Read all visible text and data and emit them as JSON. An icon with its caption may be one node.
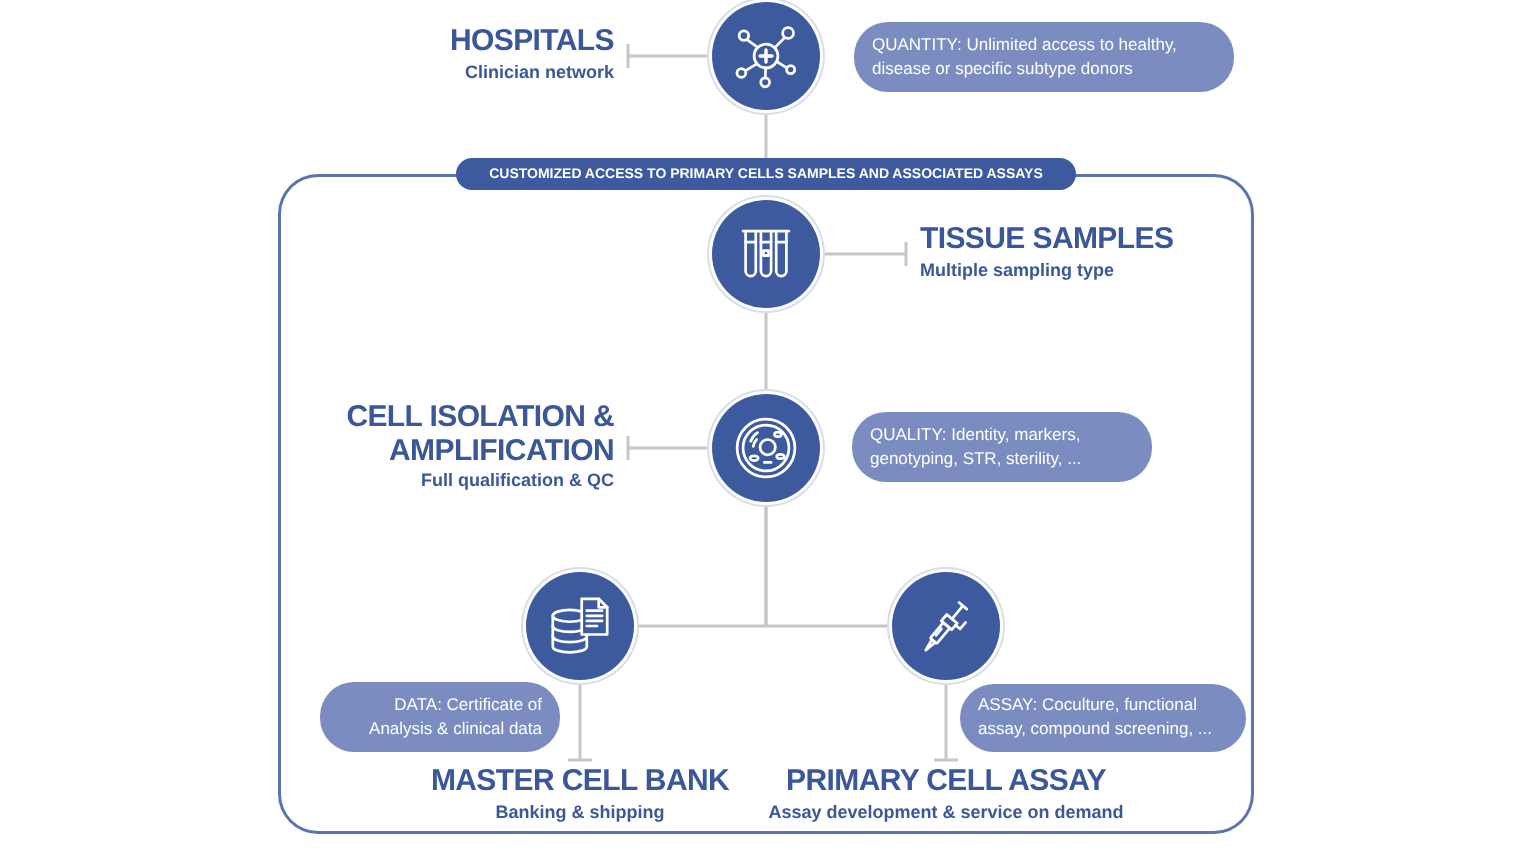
{
  "diagram": {
    "nodes": [
      {
        "text": [
          "HOSPITALS",
          "Clinician network"
        ]
      },
      {
        "text": [],
        "shape": "circle"
      },
      {
        "text": [
          "QUANTITY: Unlimited access to healthy, disease or specific subtype donors"
        ]
      },
      {
        "text": [
          "CUSTOMIZED ACCESS TO PRIMARY CELLS SAMPLES AND ASSOCIATED ASSAYS"
        ]
      },
      {
        "text": [],
        "shape": "box"
      },
      {
        "text": [],
        "shape": "circle",
        "in": 4
      },
      {
        "text": [
          "TISSUE SAMPLES",
          "Multiple sampling type"
        ],
        "in": 4
      },
      {
        "text": [
          "CELL ISOLATION & AMPLIFICATION",
          "Full qualification & QC"
        ],
        "in": 4
      },
      {
        "text": [],
        "shape": "circle",
        "in": 4
      },
      {
        "text": [
          "QUALITY: Identity, markers, genotyping, STR, sterility, ..."
        ],
        "in": 4
      },
      {
        "text": [],
        "shape": "circle",
        "in": 4
      },
      {
        "text": [],
        "shape": "circle",
        "in": 4
      },
      {
        "text": [
          "DATA: Certificate of Analysis & clinical data"
        ],
        "in": 4
      },
      {
        "text": [
          "ASSAY: Coculture, functional assay, compound screening, ..."
        ],
        "in": 4
      },
      {
        "text": [
          "MASTER CELL BANK",
          "Banking & shipping"
        ],
        "in": 4
      },
      {
        "text": [
          "PRIMARY CELL ASSAY",
          "Assay development & service on demand"
        ],
        "in": 4
      }
    ],
    "edges": [
      {
        "from": 1,
        "to": 0,
        "arrow": "other"
      },
      {
        "from": 1,
        "to": 3,
        "arrow": "none"
      },
      {
        "from": 5,
        "to": 6,
        "arrow": "other"
      },
      {
        "from": 5,
        "to": 8,
        "arrow": "none"
      },
      {
        "from": 8,
        "to": 7,
        "arrow": "other"
      },
      {
        "from": 8,
        "to": 10,
        "arrow": "none"
      },
      {
        "from": 8,
        "to": 11,
        "arrow": "none"
      },
      {
        "from": 10,
        "to": 14,
        "arrow": "other"
      },
      {
        "from": 11,
        "to": 15,
        "arrow": "other"
      }
    ]
  }
}
